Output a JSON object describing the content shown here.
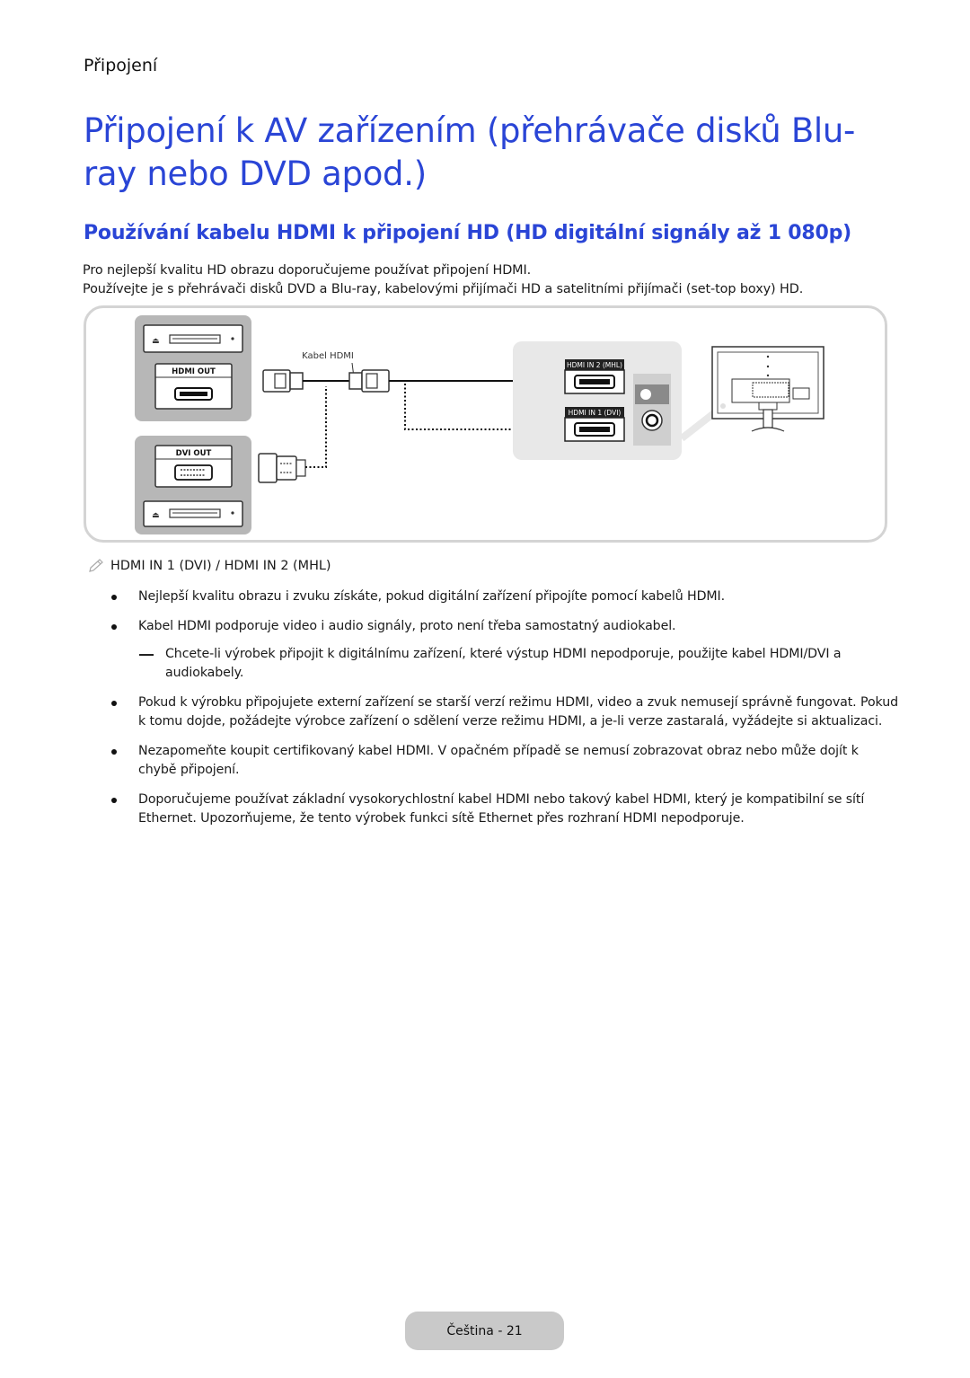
{
  "section_label": "Připojení",
  "title": "Připojení k AV zařízením (přehrávače disků Blu-ray nebo DVD apod.)",
  "subtitle": "Používání kabelu HDMI k připojení HD (HD digitální signály až 1 080p)",
  "intro": [
    "Pro nejlepší kvalitu HD obrazu doporučujeme používat připojení HDMI.",
    "Používejte je s přehrávači disků DVD a Blu-ray, kabelovými přijímači HD a satelitními přijímači (set-top boxy) HD."
  ],
  "diagram": {
    "hdmi_out_label": "HDMI OUT",
    "dvi_out_label": "DVI OUT",
    "cable_label": "Kabel HDMI",
    "port_hdmi_in2": "HDMI IN 2 (MHL)",
    "port_hdmi_in1": "HDMI IN 1 (DVI)",
    "colors": {
      "device_panel": "#b7b7b7",
      "port_panel": "#e8e8e8",
      "port_dark": "#222222"
    }
  },
  "note": {
    "icon": "pencil-note-icon",
    "text": "HDMI IN 1 (DVI) / HDMI IN 2 (MHL)"
  },
  "bullets": [
    "Nejlepší kvalitu obrazu i zvuku získáte, pokud digitální zařízení připojíte pomocí kabelů HDMI.",
    "Kabel HDMI podporuje video i audio signály, proto není třeba samostatný audiokabel.",
    "Pokud k výrobku připojujete externí zařízení se starší verzí režimu HDMI, video a zvuk nemusejí správně fungovat. Pokud k tomu dojde, požádejte výrobce zařízení o sdělení verze režimu HDMI, a je-li verze zastaralá, vyžádejte si aktualizaci.",
    "Nezapomeňte koupit certifikovaný kabel HDMI. V opačném případě se nemusí zobrazovat obraz nebo může dojít k chybě připojení.",
    "Doporučujeme používat základní vysokorychlostní kabel HDMI nebo takový kabel HDMI, který je kompatibilní se sítí Ethernet. Upozorňujeme, že tento výrobek funkci sítě Ethernet přes rozhraní HDMI nepodporuje."
  ],
  "subnote": "Chcete-li výrobek připojit k digitálnímu zařízení, které výstup HDMI nepodporuje, použijte kabel HDMI/DVI a audiokabely.",
  "footer": "Čeština - 21"
}
